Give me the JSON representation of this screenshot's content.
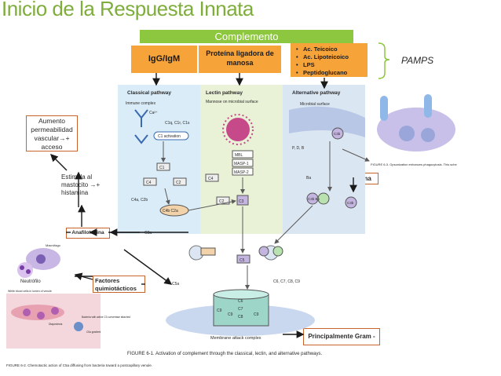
{
  "slide": {
    "title": "Inicio de la Respuesta Innata",
    "complemento": "Complemento",
    "igg_igm": "IgG/IgM",
    "proteina_manosa": "Proteína ligadora de manosa",
    "pamps_items": [
      "Ac. Teicoico",
      "Ac. Lipoteicoico",
      "LPS",
      "Peptidoglucano"
    ],
    "pamps_label": "PAMPS",
    "aumento": "Aumento permeabilidad vascular→+ acceso",
    "estimula": "Estimula al mastocito →+ histamina",
    "opsonina": "opsonina",
    "anafilotoxina": "Anafilotoxina",
    "factores": "Factores quimiotácticos",
    "principalmente": "Principalmente Gram -",
    "neutrofilo": "Neutrófilo"
  },
  "figure": {
    "pathways": {
      "classical": "Classical pathway",
      "lectin": "Lectin pathway",
      "alternative": "Alternative pathway"
    },
    "subtitles": {
      "immune_complex": "Immune complex",
      "mannose": "Mannose on microbial surface",
      "microbial": "Microbial surface"
    },
    "labels": {
      "ca": "Ca²⁺",
      "c1qrs": "C1q, C1r, C1s",
      "c1act": "C1 activation",
      "c1": "C1",
      "c4": "C4",
      "c2": "C2",
      "c4_l": "C4",
      "mbl": "MBL",
      "masp1": "MASP-1",
      "masp2": "MASP-2",
      "c2_l": "C2",
      "c3": "C3",
      "c3b": "C3b",
      "pdb": "P, D, B",
      "ba": "Ba",
      "c3b_bb": "C3b  Bb",
      "c3b_r": "C3b",
      "c4a_c2b": "C4a, C2b",
      "c4b2a": "C4b C2a",
      "c3a": "C3a",
      "c5": "C5",
      "c5a": "C5a",
      "c6789": "C6, C7, C8, C9",
      "mac": "Membrane attack complex",
      "c9s": [
        "C9",
        "C6",
        "C7",
        "C8",
        "C9",
        "C9"
      ]
    },
    "caption": "FIGURE 6-1. Activation of complement through the classical, lectin, and alternative pathways.",
    "small_caption": "FIGURE 6-2. Chemotactic action of C5a diffusing from bacteria toward a postcapillary venule.",
    "inset_caption": "FIGURE 6-3. Opsonization enhances phagocytosis. This sche",
    "left_labels": {
      "macrofago": "Macrófago",
      "white_blood": "White blood cells in lumen of venule",
      "diapedesis": "Diapedesis",
      "bacteria": "Bacteria with active C3 convertase attached",
      "gradient": "C5a gradient"
    }
  },
  "colors": {
    "title_green": "#7fad3c",
    "box_green": "#8dc63f",
    "orange": "#f6a33a",
    "outline": "#c9632c",
    "classical_bg": "#d9ecf7",
    "lectin_bg": "#e9f2d6",
    "alt_bg": "#dbe6f3"
  }
}
